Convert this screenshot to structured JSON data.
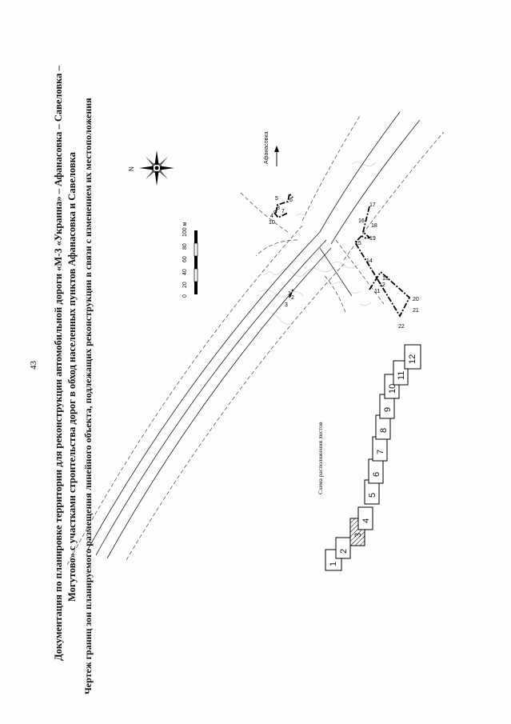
{
  "page": {
    "number": "43",
    "title_lines": [
      "Документация по планировке территории для реконструкции автомобильной дороги «М-3 «Украина» – Афанасовка – Савеловка –",
      "Могутово» с участками строительства дорог в обход населенных пунктов Афанасовка и Савеловка"
    ],
    "subtitle": "Чертеж границ зон планируемого размещения линейного объекта, подлежащих реконструкции в связи с изменением их местоположения"
  },
  "map": {
    "direction_label": "Афанасовка",
    "north_label": "N",
    "point_labels": [
      "1",
      "2",
      "3",
      "4",
      "5",
      "6",
      "7",
      "8",
      "9",
      "10",
      "11",
      "12",
      "13",
      "14",
      "15",
      "16",
      "17",
      "18",
      "19",
      "20",
      "21",
      "22"
    ],
    "scale": {
      "ticks": [
        "0",
        "20",
        "40",
        "60",
        "80",
        "100 м"
      ]
    }
  },
  "sheet_index": {
    "title": "Схема расположения листов",
    "sheets": [
      "1",
      "2",
      "3",
      "4",
      "5",
      "6",
      "7",
      "8",
      "9",
      "10",
      "11",
      "12"
    ],
    "highlighted_sheet": "3"
  }
}
